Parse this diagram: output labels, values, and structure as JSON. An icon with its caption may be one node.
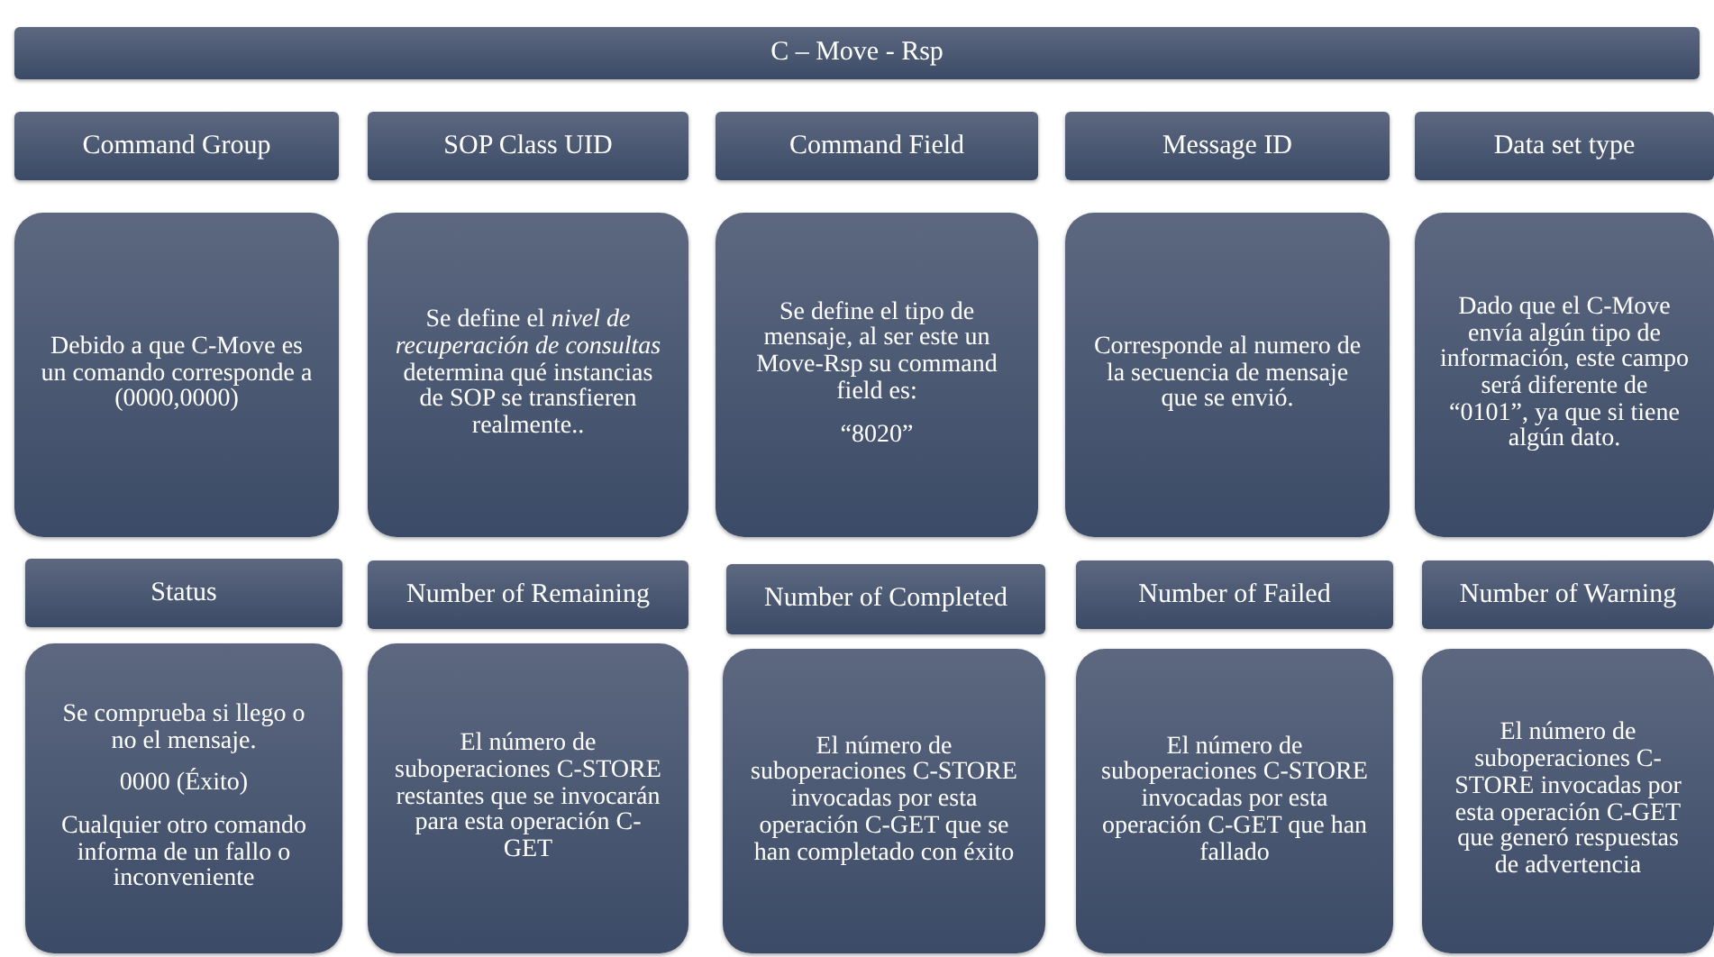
{
  "diagram": {
    "nodes": [
      {
        "text": [
          "C – Move - Rsp"
        ]
      },
      {
        "text": [
          "Command Group"
        ]
      },
      {
        "text": [
          "SOP Class UID"
        ]
      },
      {
        "text": [
          "Command Field"
        ]
      },
      {
        "text": [
          "Message ID"
        ]
      },
      {
        "text": [
          "Data set type"
        ]
      },
      {
        "text": [
          "Debido a que C-Move es un comando corresponde a (0000,0000)"
        ]
      },
      {
        "text": [
          "Se define el *nivel de recuperación de consultas* determina qué instancias de SOP se transfieren realmente.."
        ]
      },
      {
        "text": [
          "Se define el tipo de mensaje, al ser este un Move-Rsp su command field es:",
          "“8020”"
        ]
      },
      {
        "text": [
          "Corresponde al numero de la secuencia de mensaje que se envió."
        ]
      },
      {
        "text": [
          "Dado que el C-Move envía algún tipo de información, este campo  será diferente de “0101”, ya que si tiene algún dato."
        ]
      },
      {
        "text": [
          "Status"
        ]
      },
      {
        "text": [
          "Number of Remaining"
        ]
      },
      {
        "text": [
          "Number of Completed"
        ]
      },
      {
        "text": [
          "Number of Failed"
        ]
      },
      {
        "text": [
          "Number of Warning"
        ]
      },
      {
        "text": [
          "Se comprueba si llego o no el mensaje.",
          "0000 (Éxito)",
          "Cualquier otro comando informa de un fallo o inconveniente"
        ]
      },
      {
        "text": [
          "El número de suboperaciones C-STORE restantes que se invocarán para esta operación C-GET"
        ]
      },
      {
        "text": [
          "El número de suboperaciones C-STORE invocadas por esta operación C-GET que se han completado con éxito"
        ]
      },
      {
        "text": [
          "El número de suboperaciones C-STORE invocadas por esta operación C-GET que han fallado"
        ]
      },
      {
        "text": [
          "El número de suboperaciones C-STORE invocadas por esta operación C-GET que generó respuestas de advertencia"
        ]
      }
    ]
  }
}
